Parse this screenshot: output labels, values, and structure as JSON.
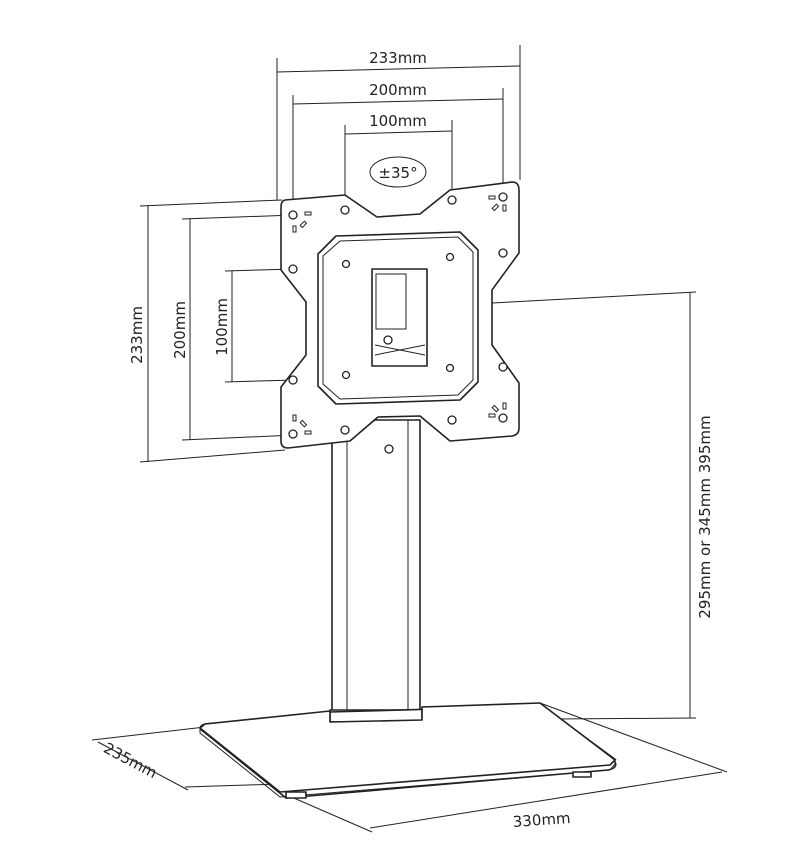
{
  "dimensions": {
    "plate_width_top": "233mm",
    "vesa_200_top": "200mm",
    "vesa_100_top": "100mm",
    "rotation": "±35°",
    "plate_height_left": "233mm",
    "vesa_200_left": "200mm",
    "vesa_100_left": "100mm",
    "height_options": "295mm or 345mm 395mm",
    "base_depth": "235mm",
    "base_width": "330mm"
  }
}
